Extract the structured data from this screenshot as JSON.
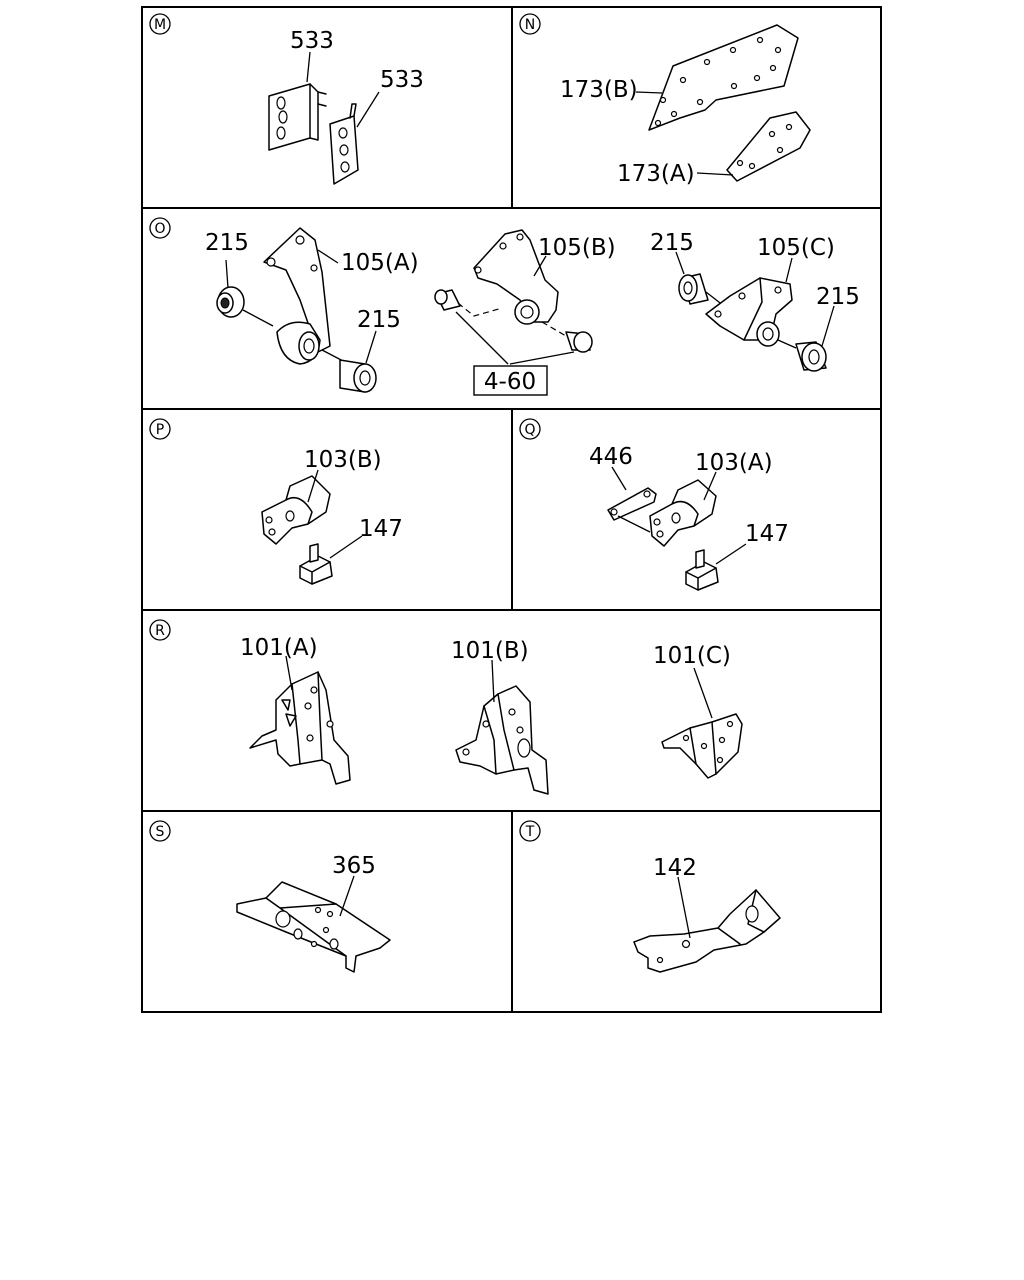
{
  "panels": {
    "M": {
      "letter": "M",
      "labels": [
        "533",
        "533"
      ]
    },
    "N": {
      "letter": "N",
      "labels": [
        "173(B)",
        "173(A)"
      ]
    },
    "O": {
      "letter": "O",
      "labels": [
        "215",
        "105(A)",
        "215",
        "105(B)",
        "4-60",
        "215",
        "105(C)",
        "215"
      ]
    },
    "P": {
      "letter": "P",
      "labels": [
        "103(B)",
        "147"
      ]
    },
    "Q": {
      "letter": "Q",
      "labels": [
        "446",
        "103(A)",
        "147"
      ]
    },
    "R": {
      "letter": "R",
      "labels": [
        "101(A)",
        "101(B)",
        "101(C)"
      ]
    },
    "S": {
      "letter": "S",
      "labels": [
        "365"
      ]
    },
    "T": {
      "letter": "T",
      "labels": [
        "142"
      ]
    }
  }
}
